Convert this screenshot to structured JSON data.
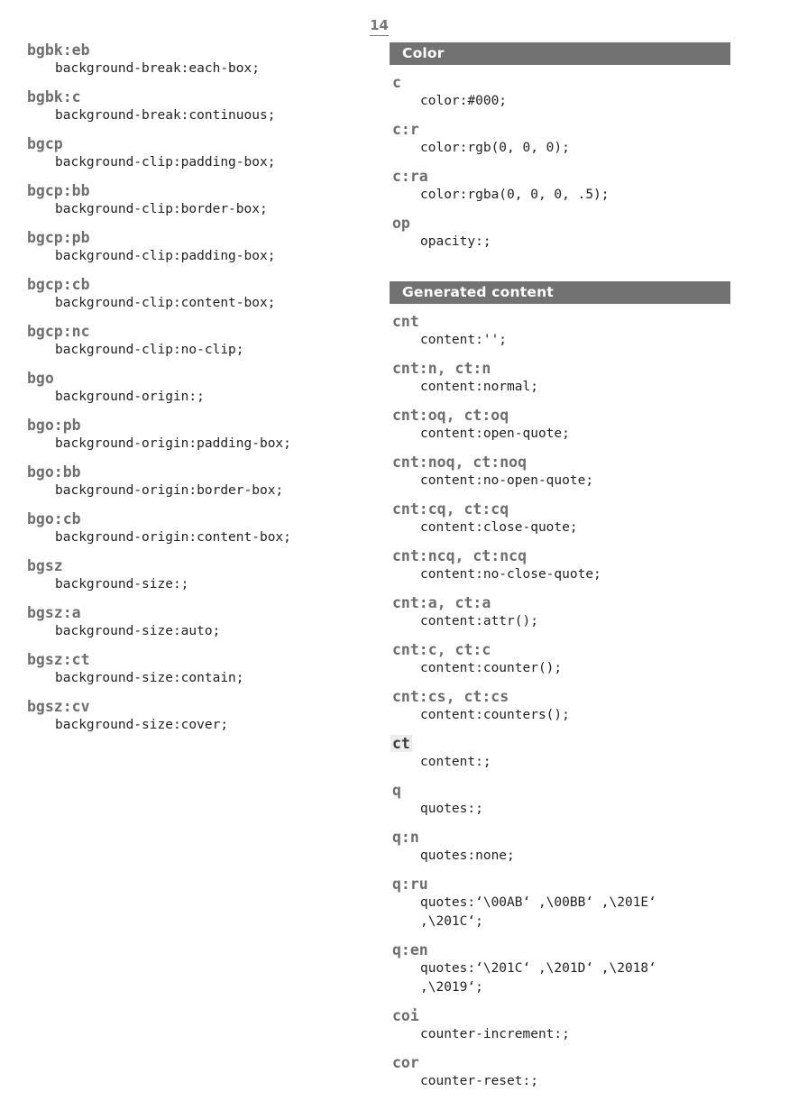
{
  "page_number": "14",
  "left_column": [
    {
      "abbr": "bgbk:eb",
      "expansion": "background-break:each-box;"
    },
    {
      "abbr": "bgbk:c",
      "expansion": "background-break:continuous;"
    },
    {
      "abbr": "bgcp",
      "expansion": "background-clip:padding-box;"
    },
    {
      "abbr": "bgcp:bb",
      "expansion": "background-clip:border-box;"
    },
    {
      "abbr": "bgcp:pb",
      "expansion": "background-clip:padding-box;"
    },
    {
      "abbr": "bgcp:cb",
      "expansion": "background-clip:content-box;"
    },
    {
      "abbr": "bgcp:nc",
      "expansion": "background-clip:no-clip;"
    },
    {
      "abbr": "bgo",
      "expansion": "background-origin:;"
    },
    {
      "abbr": "bgo:pb",
      "expansion": "background-origin:padding-box;"
    },
    {
      "abbr": "bgo:bb",
      "expansion": "background-origin:border-box;"
    },
    {
      "abbr": "bgo:cb",
      "expansion": "background-origin:content-box;"
    },
    {
      "abbr": "bgsz",
      "expansion": "background-size:;"
    },
    {
      "abbr": "bgsz:a",
      "expansion": "background-size:auto;"
    },
    {
      "abbr": "bgsz:ct",
      "expansion": "background-size:contain;"
    },
    {
      "abbr": "bgsz:cv",
      "expansion": "background-size:cover;"
    }
  ],
  "sections": [
    {
      "title": "Color",
      "entries": [
        {
          "abbr": "c",
          "expansion": "color:#000;"
        },
        {
          "abbr": "c:r",
          "expansion": "color:rgb(0, 0, 0);"
        },
        {
          "abbr": "c:ra",
          "expansion": "color:rgba(0, 0, 0, .5);"
        },
        {
          "abbr": "op",
          "expansion": "opacity:;"
        }
      ]
    },
    {
      "title": "Generated content",
      "entries": [
        {
          "abbr": "cnt",
          "expansion": "content:'';"
        },
        {
          "abbr": "cnt:n, ct:n",
          "expansion": "content:normal;"
        },
        {
          "abbr": "cnt:oq, ct:oq",
          "expansion": "content:open-quote;"
        },
        {
          "abbr": "cnt:noq, ct:noq",
          "expansion": "content:no-open-quote;"
        },
        {
          "abbr": "cnt:cq, ct:cq",
          "expansion": "content:close-quote;"
        },
        {
          "abbr": "cnt:ncq, ct:ncq",
          "expansion": "content:no-close-quote;"
        },
        {
          "abbr": "cnt:a, ct:a",
          "expansion": "content:attr();"
        },
        {
          "abbr": "cnt:c, ct:c",
          "expansion": "content:counter();"
        },
        {
          "abbr": "cnt:cs, ct:cs",
          "expansion": "content:counters();"
        },
        {
          "abbr": "ct",
          "expansion": "content:;",
          "highlighted": true
        },
        {
          "abbr": "q",
          "expansion": "quotes:;"
        },
        {
          "abbr": "q:n",
          "expansion": "quotes:none;"
        },
        {
          "abbr": "q:ru",
          "expansion": "quotes:‘\\00AB‘ ,\\00BB‘ ,\\201E‘ ,\\201C‘;",
          "tall": true
        },
        {
          "abbr": "q:en",
          "expansion": "quotes:‘\\201C‘ ,\\201D‘ ,\\2018‘ ,\\2019‘;",
          "tall": true
        },
        {
          "abbr": "coi",
          "expansion": "counter-increment:;"
        },
        {
          "abbr": "cor",
          "expansion": "counter-reset:;"
        }
      ]
    }
  ]
}
